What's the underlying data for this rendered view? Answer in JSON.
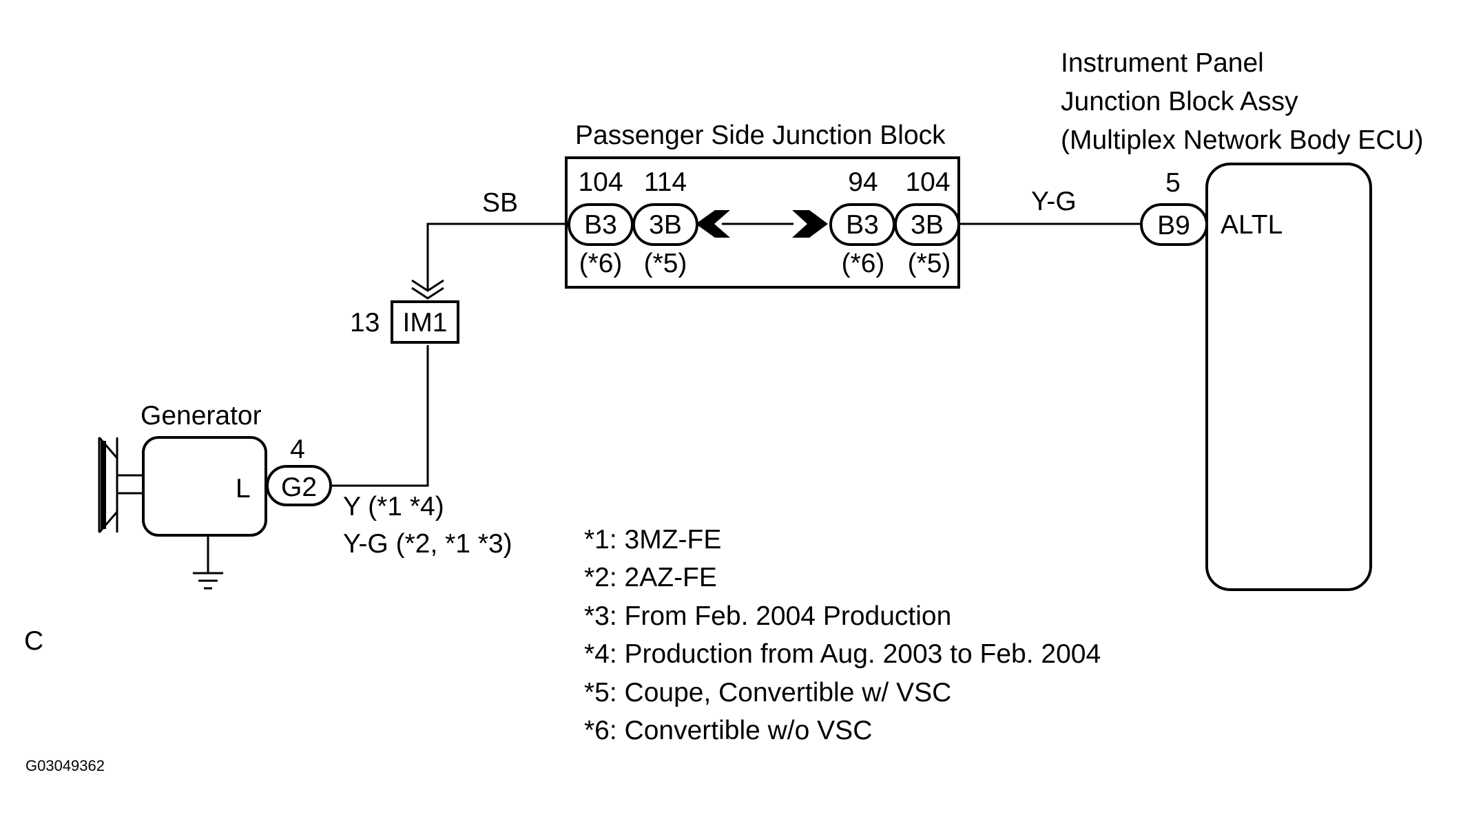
{
  "ecu": {
    "title_line1": "Instrument Panel",
    "title_line2": "Junction Block Assy",
    "title_line3": "(Multiplex Network Body ECU)",
    "terminal_label": "ALTL",
    "connector": "B9",
    "pin": "5"
  },
  "junction_block": {
    "title": "Passenger Side Junction Block",
    "left_pins": [
      "104",
      "114"
    ],
    "left_connectors": [
      "B3",
      "3B"
    ],
    "left_notes": [
      "(*6)",
      "(*5)"
    ],
    "right_pins": [
      "94",
      "104"
    ],
    "right_connectors": [
      "B3",
      "3B"
    ],
    "right_notes": [
      "(*6)",
      "(*5)"
    ]
  },
  "wires": {
    "sb": "SB",
    "yg": "Y-G",
    "gen_wire_1": "Y (*1 *4)",
    "gen_wire_2": "Y-G (*2, *1 *3)"
  },
  "im1": {
    "connector": "IM1",
    "pin": "13"
  },
  "generator": {
    "title": "Generator",
    "terminal": "L",
    "connector": "G2",
    "pin": "4"
  },
  "notes": [
    "*1:  3MZ-FE",
    "*2:  2AZ-FE",
    "*3: From Feb. 2004 Production",
    "*4: Production from Aug. 2003 to Feb. 2004",
    "*5: Coupe, Convertible w/ VSC",
    "*6: Convertible w/o VSC"
  ],
  "page_marker": "C",
  "figure_code": "G03049362"
}
